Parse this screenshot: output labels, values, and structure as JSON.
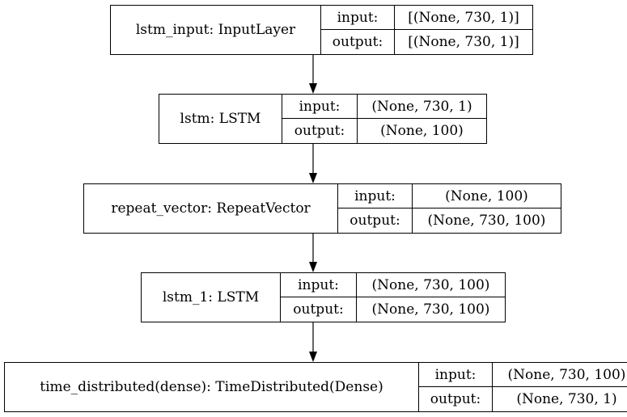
{
  "layers": [
    {
      "name": "lstm_input: InputLayer",
      "input_label": "input:",
      "output_label": "output:",
      "input_shape": "[(None, 730, 1)]",
      "output_shape": "[(None, 730, 1)]"
    },
    {
      "name": "lstm: LSTM",
      "input_label": "input:",
      "output_label": "output:",
      "input_shape": "(None, 730, 1)",
      "output_shape": "(None, 100)"
    },
    {
      "name": "repeat_vector: RepeatVector",
      "input_label": "input:",
      "output_label": "output:",
      "input_shape": "(None, 100)",
      "output_shape": "(None, 730, 100)"
    },
    {
      "name": "lstm_1: LSTM",
      "input_label": "input:",
      "output_label": "output:",
      "input_shape": "(None, 730, 100)",
      "output_shape": "(None, 730, 100)"
    },
    {
      "name": "time_distributed(dense): TimeDistributed(Dense)",
      "input_label": "input:",
      "output_label": "output:",
      "input_shape": "(None, 730, 100)",
      "output_shape": "(None, 730, 1)"
    }
  ],
  "colors": {
    "stroke": "#000000",
    "background": "#ffffff"
  }
}
